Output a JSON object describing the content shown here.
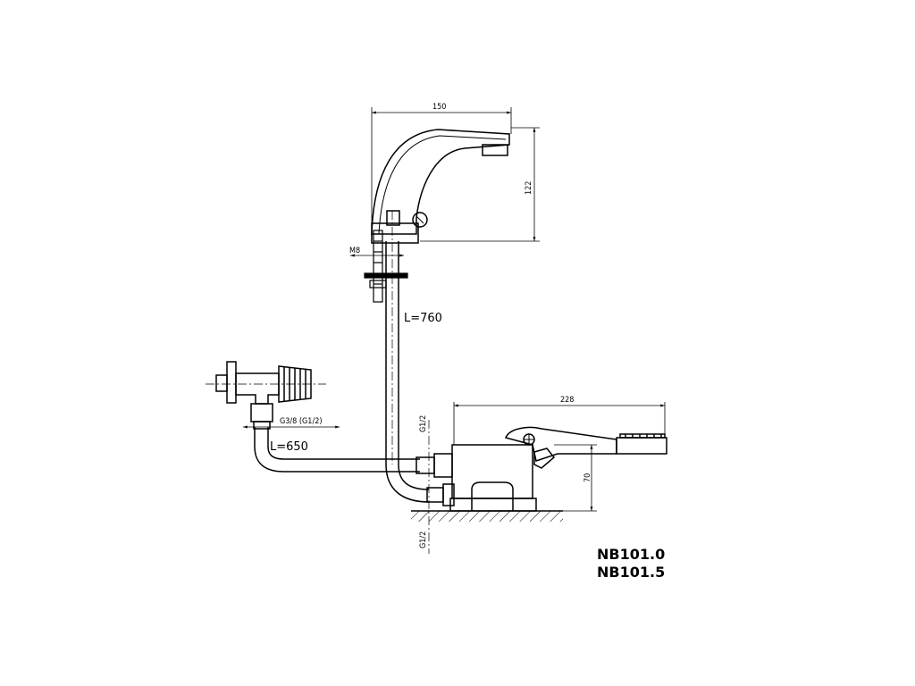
{
  "dimensions": {
    "faucet_width": "150",
    "faucet_height": "122",
    "thread_m8": "M8",
    "pipe_length_760": "L=760",
    "thread_g38": "G3/8 (G1/2)",
    "pipe_length_650": "L=650",
    "pedal_width": "228",
    "valve_height": "70",
    "inlet_g12_top": "G1/2",
    "inlet_g12_bottom": "G1/2"
  },
  "models": [
    "NB101.0",
    "NB101.5"
  ],
  "colors": {
    "line": "#000000",
    "background": "#ffffff"
  }
}
